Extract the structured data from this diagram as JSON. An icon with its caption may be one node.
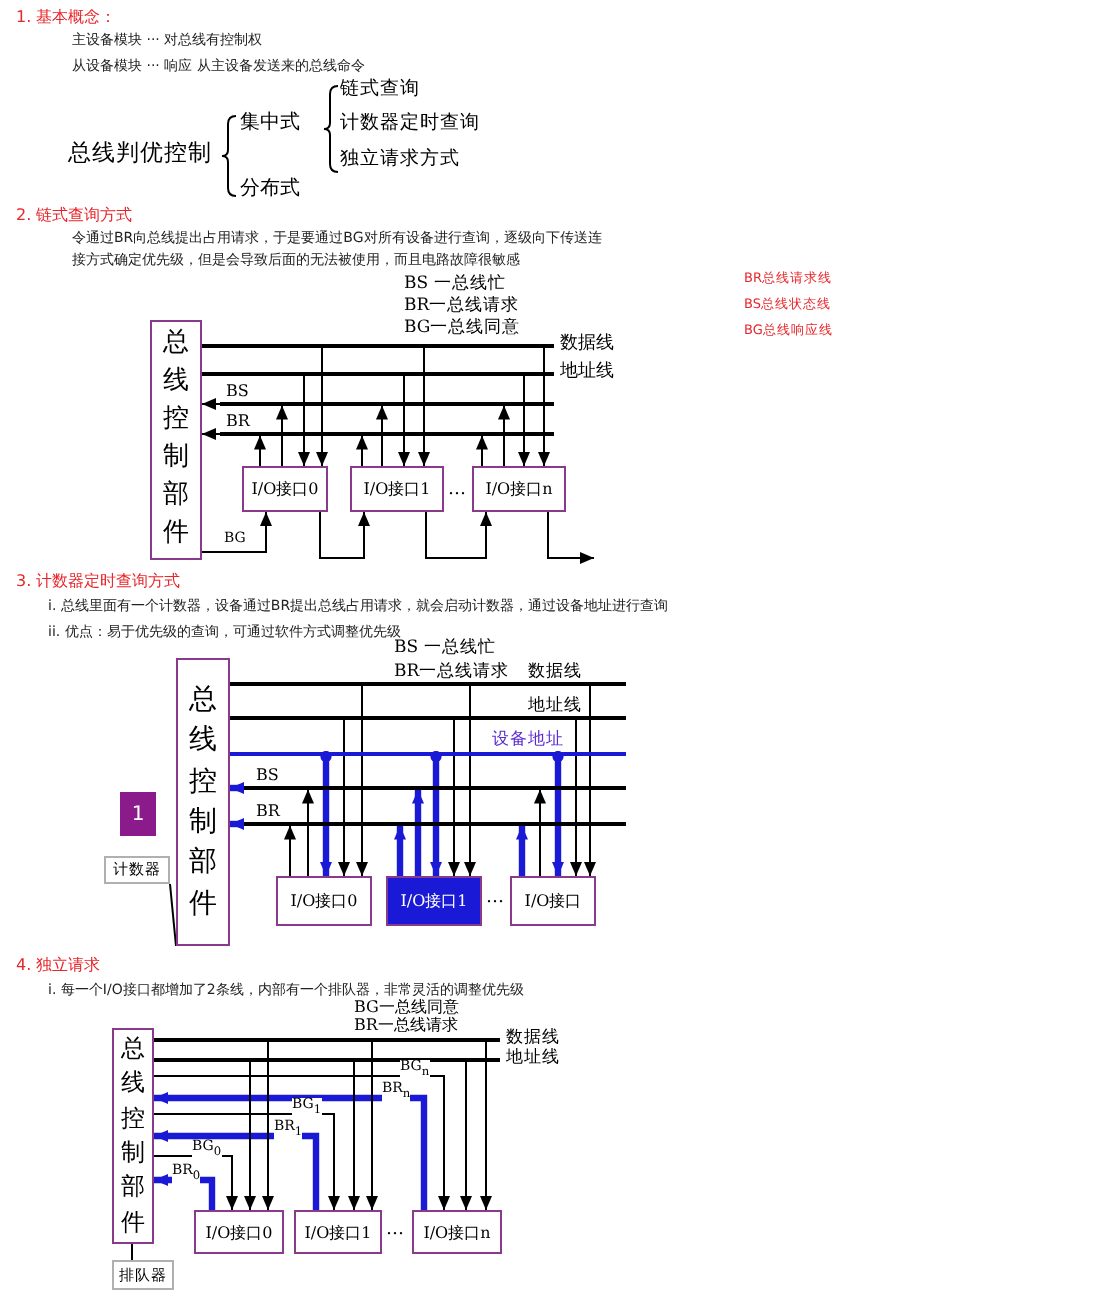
{
  "diagram": {
    "nodes": [
      {
        "text": [
          "总线控制部件"
        ]
      },
      {
        "text": [
          "数据线"
        ]
      },
      {
        "text": [
          "地址线"
        ]
      },
      {
        "text": [
          "BS"
        ]
      },
      {
        "text": [
          "BR"
        ]
      },
      {
        "text": [
          "I/O接口0"
        ]
      },
      {
        "text": [
          "I/O接口1"
        ]
      },
      {
        "text": [
          "I/O接口n"
        ]
      },
      {
        "text": [
          "总线控制部件"
        ]
      },
      {
        "text": [
          "数据线"
        ]
      },
      {
        "text": [
          "地址线"
        ]
      },
      {
        "text": [
          "设备地址"
        ]
      },
      {
        "text": [
          "BS"
        ]
      },
      {
        "text": [
          "BR"
        ]
      },
      {
        "text": [
          "I/O接口0"
        ]
      },
      {
        "text": [
          "I/O接口1"
        ]
      },
      {
        "text": [
          "I/O接口"
        ]
      },
      {
        "text": [
          "1"
        ]
      },
      {
        "text": [
          "计数器"
        ]
      },
      {
        "text": [
          "总线控制部件"
        ]
      },
      {
        "text": [
          "数据线"
        ]
      },
      {
        "text": [
          "地址线"
        ]
      },
      {
        "text": [
          "I/O接口0"
        ]
      },
      {
        "text": [
          "I/O接口1"
        ]
      },
      {
        "text": [
          "I/O接口n"
        ]
      },
      {
        "text": [
          "排队器"
        ]
      }
    ],
    "edges": [
      {
        "from": 0,
        "to": 5,
        "arrow": "to",
        "label": "BG"
      },
      {
        "from": 5,
        "to": 6,
        "arrow": "to"
      },
      {
        "from": 6,
        "to": 7,
        "arrow": "to"
      },
      {
        "from": 7,
        "to": null,
        "arrow": "to"
      },
      {
        "from": 5,
        "to": 4,
        "arrow": "to"
      },
      {
        "from": 5,
        "to": 3,
        "arrow": "to"
      },
      {
        "from": 2,
        "to": 5,
        "arrow": "to"
      },
      {
        "from": 1,
        "to": 5,
        "arrow": "to"
      },
      {
        "from": 6,
        "to": 4,
        "arrow": "to"
      },
      {
        "from": 6,
        "to": 3,
        "arrow": "to"
      },
      {
        "from": 2,
        "to": 6,
        "arrow": "to"
      },
      {
        "from": 1,
        "to": 6,
        "arrow": "to"
      },
      {
        "from": 7,
        "to": 4,
        "arrow": "to"
      },
      {
        "from": 7,
        "to": 3,
        "arrow": "to"
      },
      {
        "from": 2,
        "to": 7,
        "arrow": "to"
      },
      {
        "from": 1,
        "to": 7,
        "arrow": "to"
      },
      {
        "from": 3,
        "to": 0,
        "arrow": "to"
      },
      {
        "from": 4,
        "to": 0,
        "arrow": "to"
      },
      {
        "from": 14,
        "to": 13,
        "arrow": "to"
      },
      {
        "from": 14,
        "to": 12,
        "arrow": "to"
      },
      {
        "from": 11,
        "to": 14,
        "arrow": "to",
        "style": "thick",
        "color": "#1a1ad6"
      },
      {
        "from": 10,
        "to": 14,
        "arrow": "to"
      },
      {
        "from": 9,
        "to": 14,
        "arrow": "to"
      },
      {
        "from": 15,
        "to": 13,
        "arrow": "to",
        "style": "thick",
        "color": "#1a1ad6"
      },
      {
        "from": 15,
        "to": 12,
        "arrow": "to",
        "style": "thick",
        "color": "#1a1ad6"
      },
      {
        "from": 11,
        "to": 15,
        "arrow": "to",
        "style": "thick",
        "color": "#1a1ad6"
      },
      {
        "from": 10,
        "to": 15,
        "arrow": "to"
      },
      {
        "from": 9,
        "to": 15,
        "arrow": "to"
      },
      {
        "from": 16,
        "to": 13,
        "arrow": "to",
        "style": "thick",
        "color": "#1a1ad6"
      },
      {
        "from": 16,
        "to": 12,
        "arrow": "to"
      },
      {
        "from": 11,
        "to": 16,
        "arrow": "to",
        "style": "thick",
        "color": "#1a1ad6"
      },
      {
        "from": 10,
        "to": 16,
        "arrow": "to"
      },
      {
        "from": 9,
        "to": 16,
        "arrow": "to"
      },
      {
        "from": 12,
        "to": 8,
        "arrow": "to",
        "style": "thick",
        "color": "#1a1ad6"
      },
      {
        "from": 13,
        "to": 8,
        "arrow": "to",
        "style": "thick",
        "color": "#1a1ad6"
      },
      {
        "from": 18,
        "to": 8,
        "arrow": "none"
      },
      {
        "from": 19,
        "to": 24,
        "arrow": "to",
        "label": "BG$_{n}$"
      },
      {
        "from": 24,
        "to": 19,
        "arrow": "to",
        "label": "BR$_{n}$",
        "style": "thick",
        "color": "#1a1ad6"
      },
      {
        "from": 19,
        "to": 23,
        "arrow": "to",
        "label": "BG$_{1}$"
      },
      {
        "from": 23,
        "to": 19,
        "arrow": "to",
        "label": "BR$_{1}$",
        "style": "thick",
        "color": "#1a1ad6"
      },
      {
        "from": 19,
        "to": 22,
        "arrow": "to",
        "label": "BG$_{0}$"
      },
      {
        "from": 22,
        "to": 19,
        "arrow": "to",
        "label": "BR$_{0}$",
        "style": "thick",
        "color": "#1a1ad6"
      },
      {
        "from": 21,
        "to": 22,
        "arrow": "to"
      },
      {
        "from": 20,
        "to": 22,
        "arrow": "to"
      },
      {
        "from": 21,
        "to": 23,
        "arrow": "to"
      },
      {
        "from": 20,
        "to": 23,
        "arrow": "to"
      },
      {
        "from": 21,
        "to": 24,
        "arrow": "to"
      },
      {
        "from": 20,
        "to": 24,
        "arrow": "to"
      },
      {
        "from": 25,
        "to": 19,
        "arrow": "none"
      }
    ],
    "labels": [
      "1. 基本概念：",
      "主设备模块 ··· 对总线有控制权",
      "从设备模块 ··· 响应 从主设备发送来的总线命令",
      "链式查询",
      "集中式",
      "计数器定时查询",
      "总线判优控制",
      "独立请求方式",
      "分布式",
      "2. 链式查询方式",
      "令通过BR向总线提出占用请求，于是要通过BG对所有设备进行查询，逐级向下传送连接方式确定优先级，但是会导致后面的无法被使用，而且电路故障很敏感",
      "BS 一总线忙",
      "BR总线请求线",
      "BR一总线请求",
      "BS总线状态线",
      "BG一总线同意",
      "BG总线响应线",
      "…",
      "3. 计数器定时查询方式",
      "i. 总线里面有一个计数器，设备通过BR提出总线占用请求，就会启动计数器，通过设备地址进行查询",
      "ii. 优点：易于优先级的查询，可通过软件方式调整优先级",
      "BS 一总线忙",
      "BR一总线请求",
      "…",
      "4. 独立请求",
      "i. 每一个I/O接口都增加了2条线，内部有一个排队器，非常灵活的调整优先级",
      "BG一总线同意",
      "BR一总线请求",
      "…"
    ]
  }
}
